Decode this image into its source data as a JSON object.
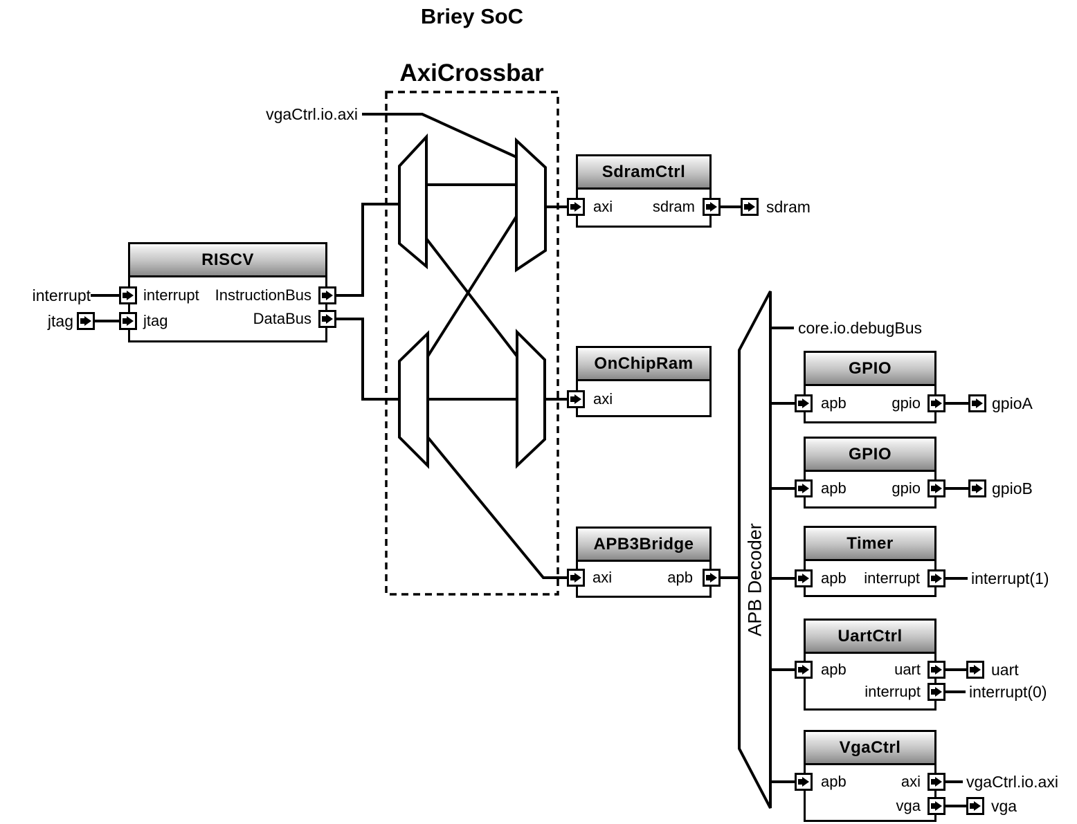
{
  "title": "Briey SoC",
  "crossbar": {
    "label": "AxiCrossbar"
  },
  "decoder": {
    "label": "APB Decoder"
  },
  "colors": {
    "line": "#000000",
    "background": "#ffffff",
    "header_gradient_top": "#ffffff",
    "header_gradient_bottom": "#8a8a8a"
  },
  "external_labels": {
    "vga_axi_in": "vgaCtrl.io.axi",
    "interrupt_in": "interrupt",
    "jtag_in": "jtag",
    "debug_bus": "core.io.debugBus",
    "sdram_out": "sdram",
    "gpio_a_out": "gpioA",
    "gpio_b_out": "gpioB",
    "interrupt1_out": "interrupt(1)",
    "uart_out": "uart",
    "interrupt0_out": "interrupt(0)",
    "vga_axi_out": "vgaCtrl.io.axi",
    "vga_out": "vga"
  },
  "blocks": {
    "riscv": {
      "title": "RISCV",
      "ports": {
        "interrupt": "interrupt",
        "jtag": "jtag",
        "instruction_bus": "InstructionBus",
        "data_bus": "DataBus"
      }
    },
    "sdram_ctrl": {
      "title": "SdramCtrl",
      "ports": {
        "axi": "axi",
        "sdram": "sdram"
      }
    },
    "on_chip_ram": {
      "title": "OnChipRam",
      "ports": {
        "axi": "axi"
      }
    },
    "apb3_bridge": {
      "title": "APB3Bridge",
      "ports": {
        "axi": "axi",
        "apb": "apb"
      }
    },
    "gpio_a": {
      "title": "GPIO",
      "ports": {
        "apb": "apb",
        "gpio": "gpio"
      }
    },
    "gpio_b": {
      "title": "GPIO",
      "ports": {
        "apb": "apb",
        "gpio": "gpio"
      }
    },
    "timer": {
      "title": "Timer",
      "ports": {
        "apb": "apb",
        "interrupt": "interrupt"
      }
    },
    "uart_ctrl": {
      "title": "UartCtrl",
      "ports": {
        "apb": "apb",
        "uart": "uart",
        "interrupt": "interrupt"
      }
    },
    "vga_ctrl": {
      "title": "VgaCtrl",
      "ports": {
        "apb": "apb",
        "axi": "axi",
        "vga": "vga"
      }
    }
  }
}
